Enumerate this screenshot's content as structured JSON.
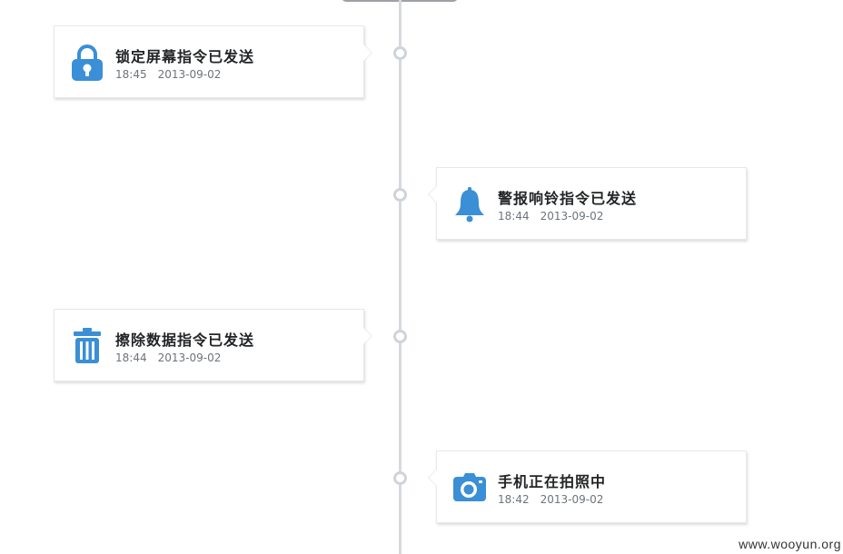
{
  "accent_color": "#3a8fd6",
  "events": [
    {
      "icon": "lock-icon",
      "title": "锁定屏幕指令已发送",
      "time": "18:45",
      "date": "2013-09-02",
      "side": "left"
    },
    {
      "icon": "bell-icon",
      "title": "警报响铃指令已发送",
      "time": "18:44",
      "date": "2013-09-02",
      "side": "right"
    },
    {
      "icon": "trash-icon",
      "title": "擦除数据指令已发送",
      "time": "18:44",
      "date": "2013-09-02",
      "side": "left"
    },
    {
      "icon": "camera-icon",
      "title": "手机正在拍照中",
      "time": "18:42",
      "date": "2013-09-02",
      "side": "right"
    }
  ],
  "watermark": "www.wooyun.org"
}
